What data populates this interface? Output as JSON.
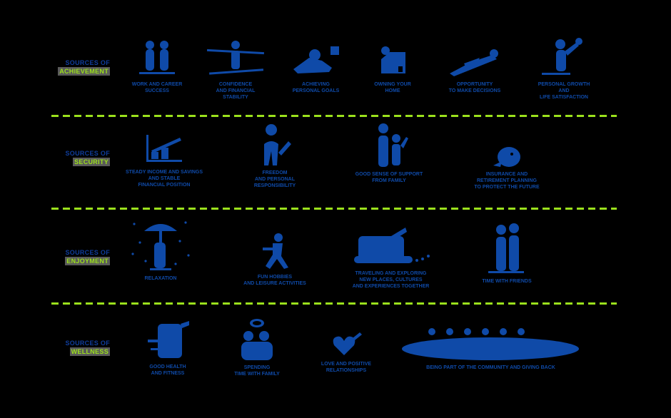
{
  "accent_colors": {
    "icon_blue": "#0f4aa8",
    "title_blue": "#0f3d9c",
    "green": "#9be11c"
  },
  "categories": [
    {
      "line1": "Sources of",
      "line2": "Achievement",
      "items": [
        {
          "icon": "two-people-icon",
          "caption": "Work and career\nsuccess"
        },
        {
          "icon": "balancing-person-icon",
          "caption": "Confidence\nand financial\nstability"
        },
        {
          "icon": "helping-hand-icon",
          "caption": "Achieving\npersonal goals"
        },
        {
          "icon": "home-icon",
          "caption": "Owning your\nhome"
        },
        {
          "icon": "flying-person-icon",
          "caption": "Opportunity\nto make decisions"
        },
        {
          "icon": "celebrating-person-icon",
          "caption": "Personal growth\nand\nlife satisfaction"
        }
      ]
    },
    {
      "line1": "Sources of",
      "line2": "Security",
      "items": [
        {
          "icon": "growth-chart-icon",
          "caption": "Steady income and savings\nand stable\nfinancial position"
        },
        {
          "icon": "person-thinking-icon",
          "caption": "Freedom\nand personal\nresponsibility"
        },
        {
          "icon": "family-icon",
          "caption": "Good sense of support\nfrom family"
        },
        {
          "icon": "piggy-bank-icon",
          "caption": "Insurance and\nretirement planning\nto protect the future"
        }
      ]
    },
    {
      "line1": "Sources of",
      "line2": "Enjoyment",
      "items": [
        {
          "icon": "umbrella-rain-icon",
          "caption": "Relaxation"
        },
        {
          "icon": "dancing-person-icon",
          "caption": "Fun hobbies\nand leisure activities"
        },
        {
          "icon": "travel-car-icon",
          "caption": "Traveling and exploring\nnew places, cultures\nand experiences together"
        },
        {
          "icon": "friends-icon",
          "caption": "Time with friends"
        }
      ]
    },
    {
      "line1": "Sources of",
      "line2": "Wellness",
      "items": [
        {
          "icon": "health-icon",
          "caption": "Good health\nand fitness"
        },
        {
          "icon": "loving-family-icon",
          "caption": "Spending\ntime with family"
        },
        {
          "icon": "heart-icon",
          "caption": "Love and positive\nrelationships"
        },
        {
          "icon": "community-icon",
          "caption": "Being part of the community and giving back"
        }
      ]
    }
  ]
}
